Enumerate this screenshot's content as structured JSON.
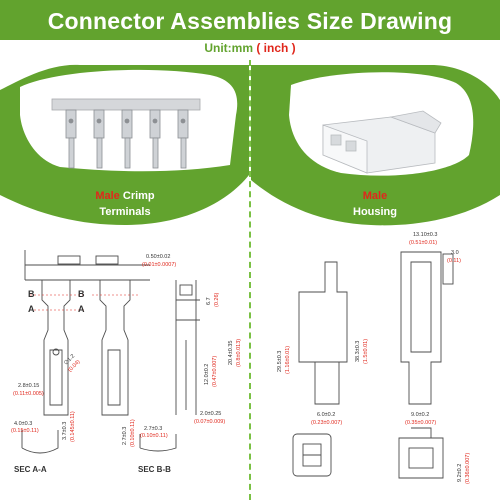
{
  "header": {
    "title": "Connector Assemblies Size Drawing",
    "unit_label": "Unit:mm",
    "unit_inch": "( inch )"
  },
  "panels": {
    "left": {
      "highlight": "Male",
      "rest": " Crimp",
      "line2": "Terminals"
    },
    "right": {
      "highlight": "Male",
      "line2": "Housing"
    }
  },
  "dims": {
    "d1_mm": "0.50±0.02",
    "d1_in": "(0.01±0.0007)",
    "d2_mm": "6.7",
    "d2_in": "(0.26)",
    "d3_mm": "12.0±0.2",
    "d3_in": "(0.47±0.007)",
    "d4_mm": "20.4±0.35",
    "d4_in": "(0.8±0.013)",
    "d5_mm": "2.8±0.15",
    "d5_in": "(0.11±0.005)",
    "d6_mm": "∅1.2",
    "d6_in": "(0.04)",
    "d7_mm": "2.0±0.25",
    "d7_in": "(0.07±0.009)",
    "d8_mm": "4.0±0.3",
    "d8_in": "(0.15±0.11)",
    "d9_mm": "3.7±0.3",
    "d9_in": "(0.145±0.11)",
    "d10_mm": "2.7±0.3",
    "d10_in": "(0.10±0.11)",
    "d11_mm": "2.7±0.3",
    "d11_in": "(0.10±0.11)",
    "d12_mm": "29.5±0.3",
    "d12_in": "(1.16±0.01)",
    "d13_mm": "38.3±0.3",
    "d13_in": "(1.5±0.01)",
    "d14_mm": "6.0±0.2",
    "d14_in": "(0.23±0.007)",
    "d15_mm": "13.10±0.3",
    "d15_in": "(0.51±0.01)",
    "d16_mm": "3.0",
    "d16_in": "(0.11)",
    "d17_mm": "9.0±0.2",
    "d17_in": "(0.35±0.007)",
    "d18_mm": "9.2±0.2",
    "d18_in": "(0.36±0.007)"
  },
  "section_labels": {
    "a": "A",
    "b": "B",
    "sec_aa": "SEC A-A",
    "sec_bb": "SEC B-B"
  },
  "colors": {
    "green": "#62a32e",
    "red": "#e0271c",
    "line": "#4d4d4d"
  }
}
